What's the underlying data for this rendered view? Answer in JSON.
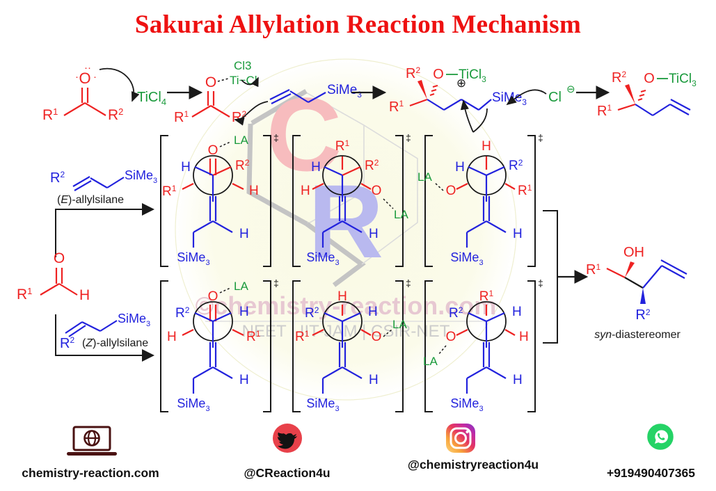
{
  "title": "Sakurai Allylation Reaction Mechanism",
  "colors": {
    "title_red": "#ee1111",
    "red": "#ee2222",
    "blue": "#2222dd",
    "green": "#1a9a3c",
    "black": "#1a1a1a",
    "watermark_pink": "#e7c8d2",
    "watermark_gray": "#cccccc",
    "logo_c_pink": "#f7bcbe",
    "logo_r_blue": "#b9b9ef",
    "hex_gray": "#c4c4c4",
    "halo_yellow": "#fbfbe8"
  },
  "watermark": {
    "line1": "©chemistry-reaction.com",
    "line2": "NEET | IIT-JAM | CSIR-NET",
    "logo_c": "C",
    "logo_r": "R"
  },
  "top_row": {
    "reagent_ticl4": "TiCl4",
    "ticl3_group": "Cl3",
    "ti_cl": "Ti−Cl",
    "ticl3": "TiCl3",
    "chloride": "Cl",
    "sime3": "SiMe3",
    "r1": "R1",
    "r2": "R2",
    "o": "O",
    "plus_charge": "⊕",
    "minus_charge": "⊖"
  },
  "reactants": {
    "e_allylsilane_label": "(E)-allylsilane",
    "z_allylsilane_label": "(Z)-allylsilane",
    "sime3": "SiMe3",
    "r1": "R1",
    "r2": "R2",
    "aldehyde_o": "O",
    "aldehyde_h": "H"
  },
  "transition_states": [
    {
      "id": "ts-top-1",
      "dagger": "‡",
      "la": "LA",
      "o": "O",
      "upper_left": "H",
      "upper_left_color": "blue",
      "upper_right": "R2",
      "upper_right_color": "red",
      "lower_left": "R1",
      "lower_left_color": "red",
      "lower_right": "H",
      "lower_right_color": "red",
      "vinyl_h": "H",
      "sime3": "SiMe3",
      "la_side": "top-right"
    },
    {
      "id": "ts-top-2",
      "dagger": "‡",
      "la": "LA",
      "o": "O",
      "top": "R1",
      "top_color": "red",
      "upper_left": "H",
      "upper_left_color": "blue",
      "upper_right": "R2",
      "upper_right_color": "red",
      "lower_left": "H",
      "lower_left_color": "red",
      "vinyl_h": "H",
      "sime3": "SiMe3",
      "la_side": "right"
    },
    {
      "id": "ts-top-3",
      "dagger": "‡",
      "la": "LA",
      "o": "O",
      "top": "H",
      "top_color": "red",
      "upper_left": "H",
      "upper_left_color": "blue",
      "upper_right": "R2",
      "upper_right_color": "blue",
      "lower_right": "R1",
      "lower_right_color": "red",
      "vinyl_h": "H",
      "sime3": "SiMe3",
      "la_side": "left"
    },
    {
      "id": "ts-bot-1",
      "dagger": "‡",
      "la": "LA",
      "o": "O",
      "upper_left": "R2",
      "upper_left_color": "blue",
      "upper_right": "H",
      "upper_right_color": "blue",
      "lower_left": "H",
      "lower_left_color": "red",
      "lower_right": "R1",
      "lower_right_color": "red",
      "vinyl_h": "H",
      "sime3": "SiMe3",
      "la_side": "top-right"
    },
    {
      "id": "ts-bot-2",
      "dagger": "‡",
      "la": "LA",
      "o": "O",
      "top": "H",
      "top_color": "red",
      "upper_left": "R2",
      "upper_left_color": "blue",
      "upper_right": "H",
      "upper_right_color": "blue",
      "lower_left": "R1",
      "lower_left_color": "red",
      "vinyl_h": "H",
      "sime3": "SiMe3",
      "la_side": "right"
    },
    {
      "id": "ts-bot-3",
      "dagger": "‡",
      "la": "LA",
      "o": "O",
      "top": "R1",
      "top_color": "red",
      "upper_left": "R2",
      "upper_left_color": "blue",
      "upper_right": "H",
      "upper_right_color": "blue",
      "lower_right": "H",
      "lower_right_color": "red",
      "vinyl_h": "H",
      "sime3": "SiMe3",
      "la_side": "left"
    }
  ],
  "product": {
    "oh": "OH",
    "r1": "R1",
    "r2": "R2",
    "label": "syn-diastereomer",
    "label_italic_part": "syn"
  },
  "footer": [
    {
      "icon": "website-icon",
      "label": "chemistry-reaction.com"
    },
    {
      "icon": "twitter-icon",
      "label": "@CReaction4u"
    },
    {
      "icon": "instagram-icon",
      "label": "@chemistryreaction4u"
    },
    {
      "icon": "whatsapp-icon",
      "label": "+919490407365"
    }
  ]
}
